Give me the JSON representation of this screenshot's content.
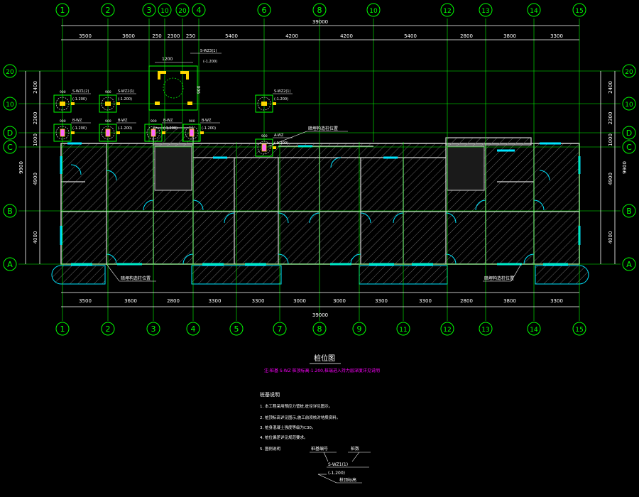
{
  "colors": {
    "background": "#000000",
    "axis": "#00ff00",
    "dimension": "#ffffff",
    "wall": "#d0d0d0",
    "window": "#00e5ff",
    "hatch": "#707070",
    "note": "#ff00ff",
    "text": "#ffffff"
  },
  "top_axes": [
    "1",
    "2",
    "3",
    "10",
    "20",
    "4",
    "6",
    "8",
    "10",
    "12",
    "13",
    "14",
    "15"
  ],
  "bottom_axes": [
    "1",
    "2",
    "3",
    "4",
    "5",
    "7",
    "8",
    "9",
    "11",
    "12",
    "13",
    "14",
    "15"
  ],
  "side_axes": [
    "20",
    "10",
    "D",
    "C",
    "B",
    "A"
  ],
  "top_dims": [
    "3500",
    "3600",
    "250",
    "2300",
    "250",
    "5400",
    "4200",
    "4200",
    "5400",
    "2800",
    "3800",
    "3300"
  ],
  "bottom_dims": [
    "3500",
    "3600",
    "2800",
    "3300",
    "3300",
    "3000",
    "3000",
    "3300",
    "3300",
    "2800",
    "3800",
    "3300"
  ],
  "total_dim": "39000",
  "left_dims": [
    "2400",
    "2300",
    "1000",
    "4900",
    "4000"
  ],
  "left_total": "9900",
  "right_dims": [
    "2400",
    "2300",
    "1000",
    "4900",
    "4000"
  ],
  "right_total": "9900",
  "footings": [
    {
      "code": "S-WZ1(2)",
      "elev": "(-1.200)",
      "size": "900"
    },
    {
      "code": "S-WZ2(1)",
      "elev": "(-1.200)",
      "size": "900"
    },
    {
      "code": "S-WZ3(1)",
      "elev": "(-1.200)",
      "size": "900"
    },
    {
      "code": "S-WZ2(1)",
      "elev": "(-1.200)",
      "size": "900"
    },
    {
      "code": "B-WZ",
      "elev": "(-1.200)",
      "size": "900"
    },
    {
      "code": "B-WZ",
      "elev": "(-1.200)",
      "size": "900"
    },
    {
      "code": "B-WZ",
      "elev": "(-1.200)",
      "size": "900"
    },
    {
      "code": "B-WZ",
      "elev": "(-1.200)",
      "size": "900"
    },
    {
      "code": "A-WZ",
      "elev": "(-1.200)",
      "size": "900"
    }
  ],
  "pit_label": "1200",
  "pit_dim": "900",
  "callout_top": "暗埋构造柱位置",
  "callout_bottom_left": "暗埋构造柱位置",
  "callout_bottom_right": "暗埋构造柱位置",
  "title": "桩位图",
  "magenta_note": "注:桩基 S-WZ  桩顶标高-1.200,桩端进入持力层深度详见说明",
  "notes_title": "桩基说明",
  "notes": [
    "1. 本工程采用预应力管桩,桩径详见图示。",
    "2. 桩顶标高详见图示,施工前须核对地质资料。",
    "3. 桩身混凝土强度等级为C30。",
    "4. 桩位偏差详见规范要求。",
    "5. 图例说明"
  ],
  "legend": {
    "label1": "桩基编号",
    "label2": "桩数",
    "code": "S-WZ1(1)",
    "elev": "(-1.200)",
    "label3": "桩顶标高"
  }
}
